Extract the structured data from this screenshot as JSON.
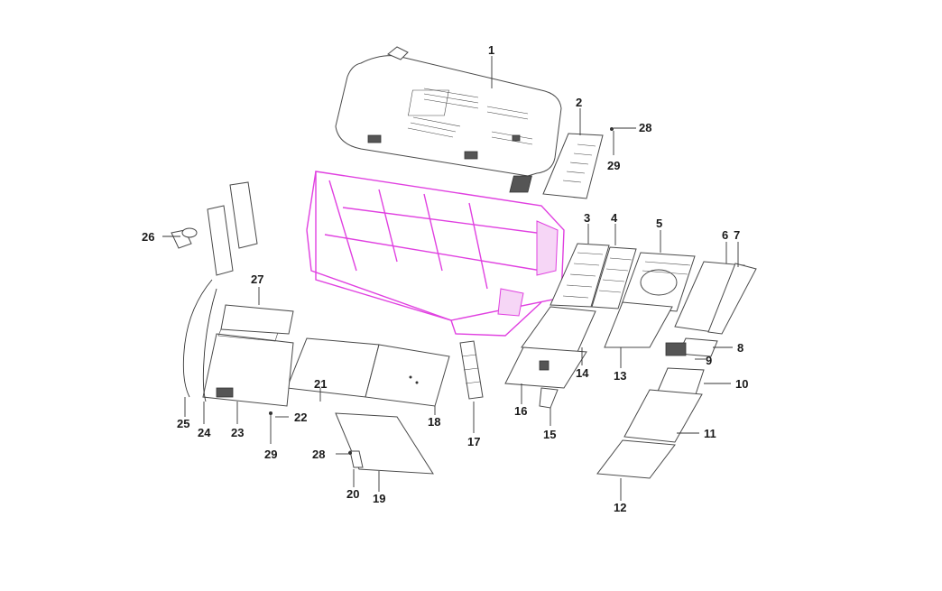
{
  "diagram": {
    "colors": {
      "frame": "#e040e0",
      "line": "#4a4a4a",
      "text": "#1a1a1a"
    },
    "callouts": {
      "c1": "1",
      "c2": "2",
      "c3": "3",
      "c4": "4",
      "c5": "5",
      "c6": "6",
      "c7": "7",
      "c8": "8",
      "c9": "9",
      "c10": "10",
      "c11": "11",
      "c12": "12",
      "c13": "13",
      "c14": "14",
      "c15": "15",
      "c16": "16",
      "c17": "17",
      "c18": "18",
      "c19": "19",
      "c20": "20",
      "c21": "21",
      "c22": "22",
      "c23": "23",
      "c24": "24",
      "c25": "25",
      "c26": "26",
      "c27": "27",
      "c28a": "28",
      "c29a": "29",
      "c28b": "28",
      "c29b": "29"
    }
  }
}
